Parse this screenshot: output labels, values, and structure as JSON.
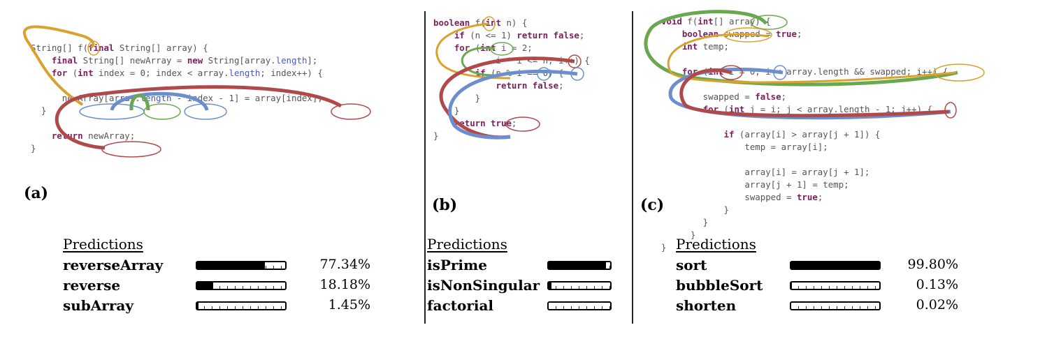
{
  "panels": [
    {
      "label": "(a)",
      "code": [
        [
          {
            "t": "String[] f("
          },
          {
            "t": "final",
            "k": 1
          },
          {
            "t": " String[] array) {"
          }
        ],
        [
          {
            "t": "    "
          },
          {
            "t": "final",
            "k": 1
          },
          {
            "t": " String[] newArray = "
          },
          {
            "t": "new",
            "k": 1
          },
          {
            "t": " String[array."
          },
          {
            "t": "length",
            "f": 1
          },
          {
            "t": "];"
          }
        ],
        [
          {
            "t": "    "
          },
          {
            "t": "for",
            "k": 1
          },
          {
            "t": " ("
          },
          {
            "t": "int",
            "k": 1
          },
          {
            "t": " index = 0; index < array."
          },
          {
            "t": "length",
            "f": 1
          },
          {
            "t": "; index++) {"
          }
        ],
        [
          {
            "t": ""
          }
        ],
        [
          {
            "t": "      newArray[array."
          },
          {
            "t": "length",
            "f": 1
          },
          {
            "t": " - index - 1] = array[index];"
          }
        ],
        [
          {
            "t": "  }"
          }
        ],
        [
          {
            "t": ""
          }
        ],
        [
          {
            "t": "    "
          },
          {
            "t": "return",
            "k": 1
          },
          {
            "t": " newArray;"
          }
        ],
        [
          {
            "t": "}"
          }
        ]
      ],
      "predictions_heading": "Predictions",
      "predictions": [
        {
          "name": "reverseArray",
          "pct": "77.34%",
          "value": 0.7734
        },
        {
          "name": "reverse",
          "pct": "18.18%",
          "value": 0.1818
        },
        {
          "name": "subArray",
          "pct": "1.45%",
          "value": 0.0145
        }
      ]
    },
    {
      "label": "(b)",
      "code": [
        [
          {
            "t": "boolean",
            "k": 1
          },
          {
            "t": " f("
          },
          {
            "t": "int",
            "k": 1
          },
          {
            "t": " n) {"
          }
        ],
        [
          {
            "t": "    "
          },
          {
            "t": "if",
            "k": 1
          },
          {
            "t": " (n <= 1) "
          },
          {
            "t": "return false",
            "k": 1
          },
          {
            "t": ";"
          }
        ],
        [
          {
            "t": "    "
          },
          {
            "t": "for",
            "k": 1
          },
          {
            "t": " ("
          },
          {
            "t": "int",
            "k": 1
          },
          {
            "t": " i = 2;"
          }
        ],
        [
          {
            "t": "            i * i <= n; i++) {"
          }
        ],
        [
          {
            "t": "        "
          },
          {
            "t": "if",
            "k": 1
          },
          {
            "t": " (n % i == 0) {"
          }
        ],
        [
          {
            "t": "            "
          },
          {
            "t": "return false",
            "k": 1
          },
          {
            "t": ";"
          }
        ],
        [
          {
            "t": "        }"
          }
        ],
        [
          {
            "t": "    }"
          }
        ],
        [
          {
            "t": "    "
          },
          {
            "t": "return true",
            "k": 1
          },
          {
            "t": ";"
          }
        ],
        [
          {
            "t": "}"
          }
        ]
      ],
      "predictions_heading": "Predictions",
      "predictions": [
        {
          "name": "isPrime",
          "pct": "",
          "value": 0.93
        },
        {
          "name": "isNonSingular",
          "pct": "",
          "value": 0.04
        },
        {
          "name": "factorial",
          "pct": "",
          "value": 0.0
        }
      ]
    },
    {
      "label": "(c)",
      "code": [
        [
          {
            "t": "void",
            "k": 1
          },
          {
            "t": " f("
          },
          {
            "t": "int",
            "k": 1
          },
          {
            "t": "[] array) {"
          }
        ],
        [
          {
            "t": "    "
          },
          {
            "t": "boolean",
            "k": 1
          },
          {
            "t": " swapped = "
          },
          {
            "t": "true",
            "k": 1
          },
          {
            "t": ";"
          }
        ],
        [
          {
            "t": "    "
          },
          {
            "t": "int",
            "k": 1
          },
          {
            "t": " temp;"
          }
        ],
        [
          {
            "t": ""
          }
        ],
        [
          {
            "t": "    "
          },
          {
            "t": "for",
            "k": 1
          },
          {
            "t": " ("
          },
          {
            "t": "int",
            "k": 1
          },
          {
            "t": " i = 0; i < array.length && swapped; i++) {"
          }
        ],
        [
          {
            "t": ""
          }
        ],
        [
          {
            "t": "        swapped = "
          },
          {
            "t": "false",
            "k": 1
          },
          {
            "t": ";"
          }
        ],
        [
          {
            "t": "        "
          },
          {
            "t": "for",
            "k": 1
          },
          {
            "t": " ("
          },
          {
            "t": "int",
            "k": 1
          },
          {
            "t": " j = i; j < array.length - 1; j++) {"
          }
        ],
        [
          {
            "t": ""
          }
        ],
        [
          {
            "t": "            "
          },
          {
            "t": "if",
            "k": 1
          },
          {
            "t": " (array[i] > array[j + 1]) {"
          }
        ],
        [
          {
            "t": "                temp = array[i];"
          }
        ],
        [
          {
            "t": ""
          }
        ],
        [
          {
            "t": "                array[i] = array[j + 1];"
          }
        ],
        [
          {
            "t": "                array[j + 1] = temp;"
          }
        ],
        [
          {
            "t": "                swapped = "
          },
          {
            "t": "true",
            "k": 1
          },
          {
            "t": ";"
          }
        ],
        [
          {
            "t": "            }"
          }
        ],
        [
          {
            "t": "        }"
          }
        ]
      ],
      "stray_text": [
        "}",
        "}"
      ],
      "predictions_heading": "Predictions",
      "predictions": [
        {
          "name": "sort",
          "pct": "99.80%",
          "value": 0.998
        },
        {
          "name": "bubbleSort",
          "pct": "0.13%",
          "value": 0.0013
        },
        {
          "name": "shorten",
          "pct": "0.02%",
          "value": 0.0002
        }
      ]
    }
  ],
  "colors": {
    "orange": "#d9a12e",
    "green": "#6aa84f",
    "blue": "#6c8ecf",
    "red": "#b04a4a",
    "keyword": "#7a1f5c"
  }
}
